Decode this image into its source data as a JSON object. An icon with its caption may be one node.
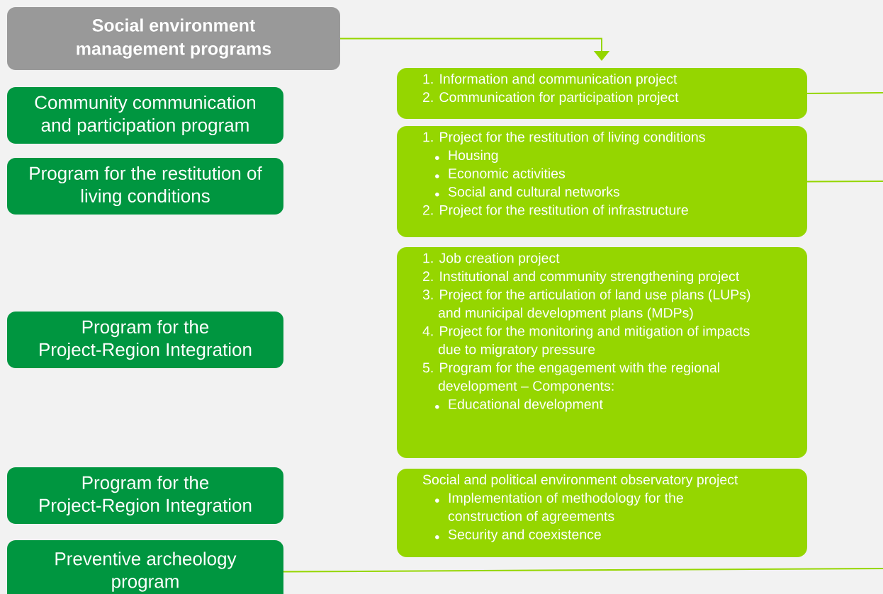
{
  "diagram": {
    "nodes": [
      {
        "text": [
          "Social environment management programs"
        ]
      },
      {
        "text": [
          "Community communication and participation program"
        ]
      },
      {
        "text": [
          "1. Information and communication project",
          "2. Communication for participation project"
        ]
      },
      {
        "text": [
          "Program for the restitution of living conditions"
        ]
      },
      {
        "text": [
          "1. Project for the restitution of living conditions",
          "Housing",
          "Economic activities",
          "Social and cultural networks",
          "2. Project for the restitution of infrastructure"
        ]
      },
      {
        "text": [
          "Program for the Project-Region Integration"
        ]
      },
      {
        "text": [
          "1. Job creation project",
          "2. Institutional and community strengthening project",
          "3. Project for the articulation of land use plans (LUPs) and municipal development plans (MDPs)",
          "4. Project for the monitoring and mitigation of impacts due to migratory pressure",
          "5. Program for the engagement with the regional development – Components:",
          "Educational development"
        ]
      },
      {
        "text": [
          "Program for the Project-Region Integration"
        ]
      },
      {
        "text": [
          "Social and political environment observatory project",
          "Implementation of methodology for the construction of agreements",
          "Security and coexistence"
        ]
      },
      {
        "text": [
          "Preventive archeology program"
        ]
      }
    ],
    "edges": [
      {
        "from": 0,
        "to": 2,
        "arrow": "to"
      },
      {
        "from": 2,
        "to": null,
        "arrow": "none"
      },
      {
        "from": 4,
        "to": null,
        "arrow": "none"
      },
      {
        "from": 9,
        "to": null,
        "arrow": "none"
      }
    ]
  }
}
